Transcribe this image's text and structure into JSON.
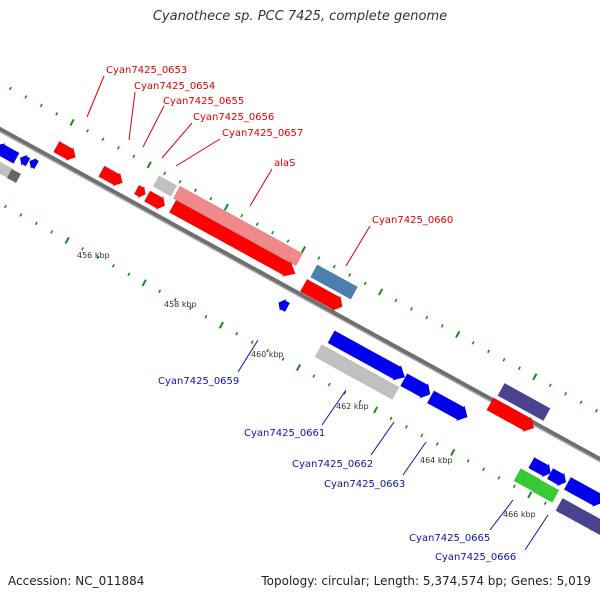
{
  "title": "Cyanothece sp. PCC 7425, complete genome",
  "footer": {
    "accession": "Accession: NC_011884",
    "summary": "Topology: circular; Length: 5,374,574 bp; Genes: 5,019"
  },
  "colors": {
    "forward_gene": "#ff0000",
    "forward_rna": "#f08a8a",
    "reverse_gene": "#0000ee",
    "reverse_rna_steel": "#4a7fb0",
    "slate": "#4a4490",
    "green": "#33cc33",
    "grey": "#c0c0c0",
    "backbone": "#777777",
    "tick": "#1a8a1a",
    "label_forward": "#e00000",
    "label_reverse": "#1010b0"
  },
  "ticks": {
    "labels": [
      "456 kbp",
      "458 kbp",
      "460 kbp",
      "462 kbp",
      "464 kbp",
      "466 kbp"
    ]
  },
  "forward_labels": [
    "Cyan7425_0653",
    "Cyan7425_0654",
    "Cyan7425_0655",
    "Cyan7425_0656",
    "Cyan7425_0657",
    "alaS",
    "Cyan7425_0660"
  ],
  "reverse_labels": [
    "Cyan7425_0659",
    "Cyan7425_0661",
    "Cyan7425_0662",
    "Cyan7425_0663",
    "Cyan7425_0665",
    "Cyan7425_0666"
  ]
}
